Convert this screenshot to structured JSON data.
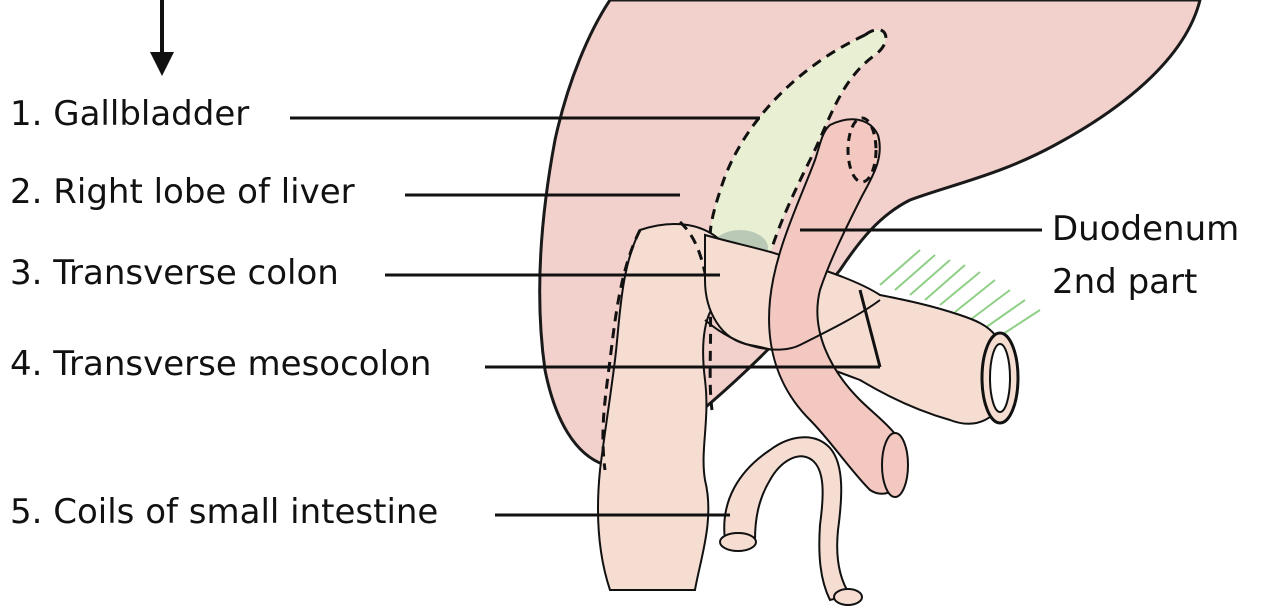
{
  "labels": [
    {
      "text": "1. Gallbladder"
    },
    {
      "text": "2. Right lobe of liver"
    },
    {
      "text": "3. Transverse colon"
    },
    {
      "text": "4. Transverse mesocolon"
    },
    {
      "text": "5. Coils of small intestine"
    }
  ],
  "duodenum": {
    "line1": "Duodenum",
    "line2": "2nd part"
  },
  "colors": {
    "liver": "#f2d0cc",
    "liver_edge": "#1a1a1a",
    "gallbladder": "#e8efd2",
    "bowel": "#f6ddd2",
    "duodenum": "#f3c8c0",
    "ink": "#111111",
    "ligament": "#8fcf86"
  },
  "icons": {
    "arrow": "down-arrow-icon"
  }
}
